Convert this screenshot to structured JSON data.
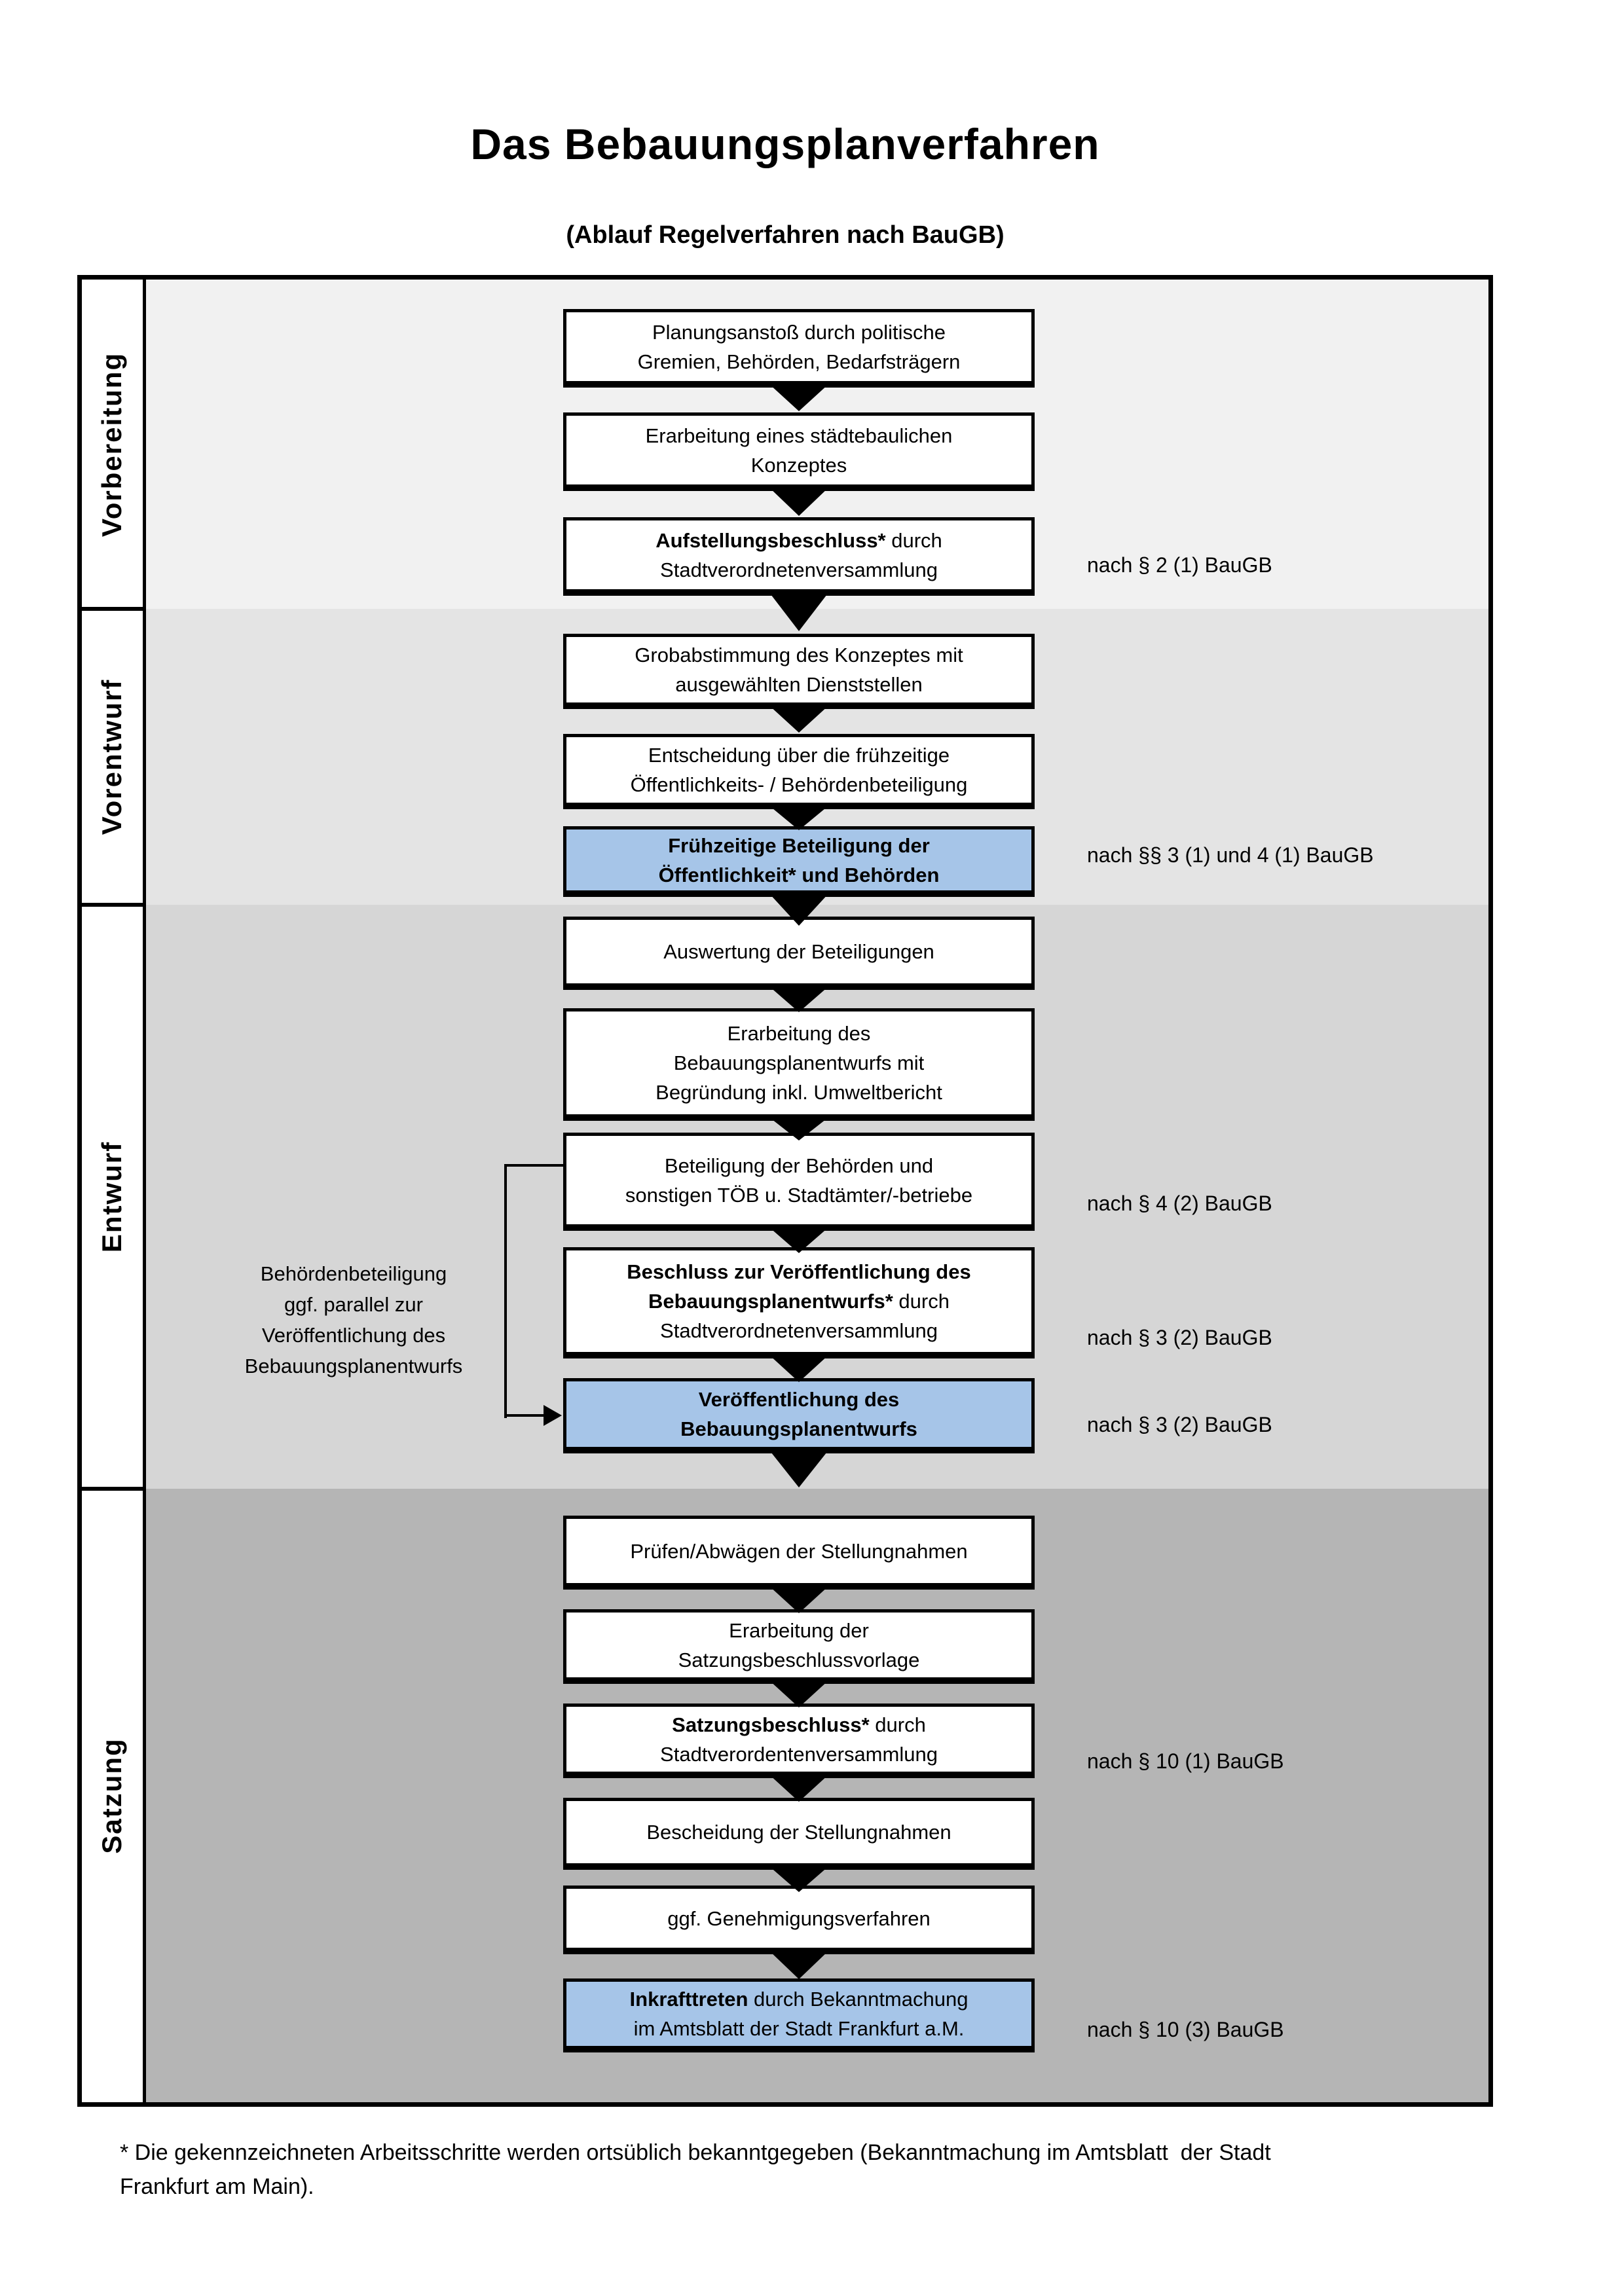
{
  "title": "Das Bebauungsplanverfahren",
  "subtitle": "(Ablauf Regelverfahren nach BauGB)",
  "colors": {
    "accent_blue": "#a6c5e8",
    "phase_1": "#f1f1f1",
    "phase_2": "#e4e4e4",
    "phase_3": "#d6d6d6",
    "phase_4": "#b5b5b5",
    "box_border": "#000000"
  },
  "phases": [
    {
      "label": "Vorbereitung"
    },
    {
      "label": "Vorentwurf"
    },
    {
      "label": "Entwurf"
    },
    {
      "label": "Satzung"
    }
  ],
  "boxes": [
    {
      "phase": 0,
      "lines": [
        [
          {
            "t": "Planungsanstoß durch politische"
          }
        ],
        [
          {
            "t": "Gremien, Behörden, Bedarfsträgern"
          }
        ]
      ]
    },
    {
      "phase": 0,
      "lines": [
        [
          {
            "t": "Erarbeitung eines städtebaulichen"
          }
        ],
        [
          {
            "t": "Konzeptes"
          }
        ]
      ]
    },
    {
      "phase": 0,
      "lines": [
        [
          {
            "t": "Aufstellungsbeschluss*",
            "b": true
          },
          {
            "t": " durch"
          }
        ],
        [
          {
            "t": "Stadtverordnetenversammlung"
          }
        ]
      ],
      "note": "nach § 2 (1) BauGB"
    },
    {
      "phase": 1,
      "lines": [
        [
          {
            "t": "Grobabstimmung des Konzeptes mit"
          }
        ],
        [
          {
            "t": "ausgewählten Dienststellen"
          }
        ]
      ]
    },
    {
      "phase": 1,
      "lines": [
        [
          {
            "t": "Entscheidung über die frühzeitige"
          }
        ],
        [
          {
            "t": "Öffentlichkeits- / Behördenbeteiligung"
          }
        ]
      ]
    },
    {
      "phase": 1,
      "blue": true,
      "lines": [
        [
          {
            "t": "Frühzeitige Beteiligung der",
            "b": true
          }
        ],
        [
          {
            "t": "Öffentlichkeit* und Behörden",
            "b": true
          }
        ]
      ],
      "note": "nach §§ 3 (1) und 4 (1) BauGB"
    },
    {
      "phase": 2,
      "lines": [
        [
          {
            "t": "Auswertung der Beteiligungen"
          }
        ]
      ]
    },
    {
      "phase": 2,
      "lines": [
        [
          {
            "t": "Erarbeitung des"
          }
        ],
        [
          {
            "t": "Bebauungsplanentwurfs mit"
          }
        ],
        [
          {
            "t": "Begründung inkl. Umweltbericht"
          }
        ]
      ]
    },
    {
      "phase": 2,
      "lines": [
        [
          {
            "t": "Beteiligung der Behörden und"
          }
        ],
        [
          {
            "t": "sonstigen TÖB u. Stadtämter/-betriebe"
          }
        ]
      ],
      "note": "nach § 4 (2) BauGB"
    },
    {
      "phase": 2,
      "lines": [
        [
          {
            "t": "Beschluss zur Veröffentlichung des",
            "b": true
          }
        ],
        [
          {
            "t": "Bebauungsplanentwurfs*",
            "b": true
          },
          {
            "t": " durch"
          }
        ],
        [
          {
            "t": "Stadtverordnetenversammlung"
          }
        ]
      ],
      "note": "nach § 3 (2) BauGB"
    },
    {
      "phase": 2,
      "blue": true,
      "lines": [
        [
          {
            "t": "Veröffentlichung des",
            "b": true
          }
        ],
        [
          {
            "t": "Bebauungsplanentwurfs",
            "b": true
          }
        ]
      ],
      "note": "nach § 3 (2) BauGB"
    },
    {
      "phase": 3,
      "lines": [
        [
          {
            "t": "Prüfen/Abwägen der Stellungnahmen"
          }
        ]
      ]
    },
    {
      "phase": 3,
      "lines": [
        [
          {
            "t": "Erarbeitung der"
          }
        ],
        [
          {
            "t": "Satzungsbeschlussvorlage"
          }
        ]
      ]
    },
    {
      "phase": 3,
      "lines": [
        [
          {
            "t": "Satzungsbeschluss*",
            "b": true
          },
          {
            "t": " durch"
          }
        ],
        [
          {
            "t": "Stadtverordentenversammlung"
          }
        ]
      ],
      "note": "nach § 10 (1) BauGB"
    },
    {
      "phase": 3,
      "lines": [
        [
          {
            "t": "Bescheidung der Stellungnahmen"
          }
        ]
      ]
    },
    {
      "phase": 3,
      "lines": [
        [
          {
            "t": "ggf. Genehmigungsverfahren"
          }
        ]
      ]
    },
    {
      "phase": 3,
      "blue": true,
      "lines": [
        [
          {
            "t": "Inkrafttreten",
            "b": true
          },
          {
            "t": " durch Bekanntmachung"
          }
        ],
        [
          {
            "t": "im Amtsblatt der Stadt Frankfurt a.M."
          }
        ]
      ],
      "note": "nach § 10 (3) BauGB"
    }
  ],
  "side_note": {
    "lines": [
      "Behördenbeteiligung",
      "ggf. parallel zur",
      "Veröffentlichung des",
      "Bebauungsplanentwurfs"
    ]
  },
  "footnote": "* Die gekennzeichneten Arbeitsschritte werden ortsüblich bekanntgegeben (Bekanntmachung im Amtsblatt  der Stadt\nFrankfurt am Main)."
}
